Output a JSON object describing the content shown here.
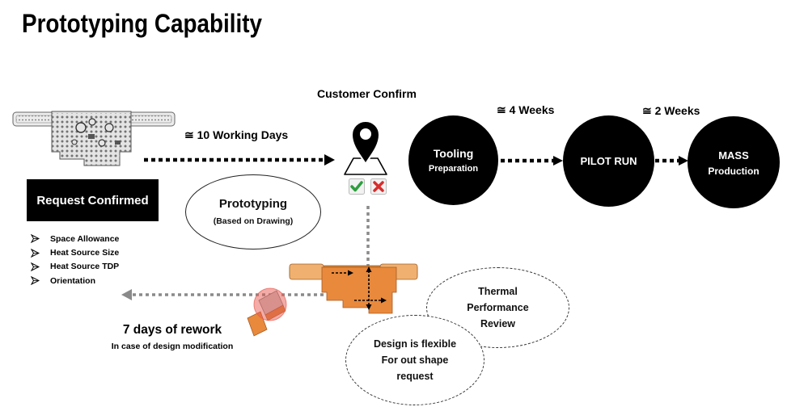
{
  "title": "Prototyping Capability",
  "request": {
    "label": "Request Confirmed",
    "items": [
      "Space Allowance",
      "Heat Source Size",
      "Heat Source TDP",
      "Orientation"
    ]
  },
  "flow": {
    "working_days": "≅ 10 Working Days",
    "customer_confirm": "Customer Confirm",
    "tooling": {
      "title": "Tooling",
      "sub": "Preparation"
    },
    "four_weeks": "≅ 4 Weeks",
    "pilot_run": "PILOT RUN",
    "two_weeks": "≅ 2 Weeks",
    "mass": {
      "title": "MASS",
      "sub": "Production"
    }
  },
  "prototyping": {
    "title": "Prototyping",
    "sub": "(Based on Drawing)"
  },
  "rework": {
    "title": "7 days of rework",
    "sub": "In case of design modification"
  },
  "thermal_review": {
    "lines": [
      "Thermal",
      "Performance",
      "Review"
    ]
  },
  "design_flexible": {
    "lines": [
      "Design is flexible",
      "For out shape",
      "request"
    ]
  },
  "icons": {
    "location": "location-pin-icon",
    "confirm": "check-icon",
    "reject": "x-icon",
    "bullet": "arrow-bullet-icon"
  },
  "colors": {
    "step_fill": "#000000",
    "check": "#2e9e3e",
    "cross": "#d62d2d",
    "copper": "#e8893c",
    "rework_highlight": "#e85a50",
    "connector_gray": "#8a8a8a"
  }
}
